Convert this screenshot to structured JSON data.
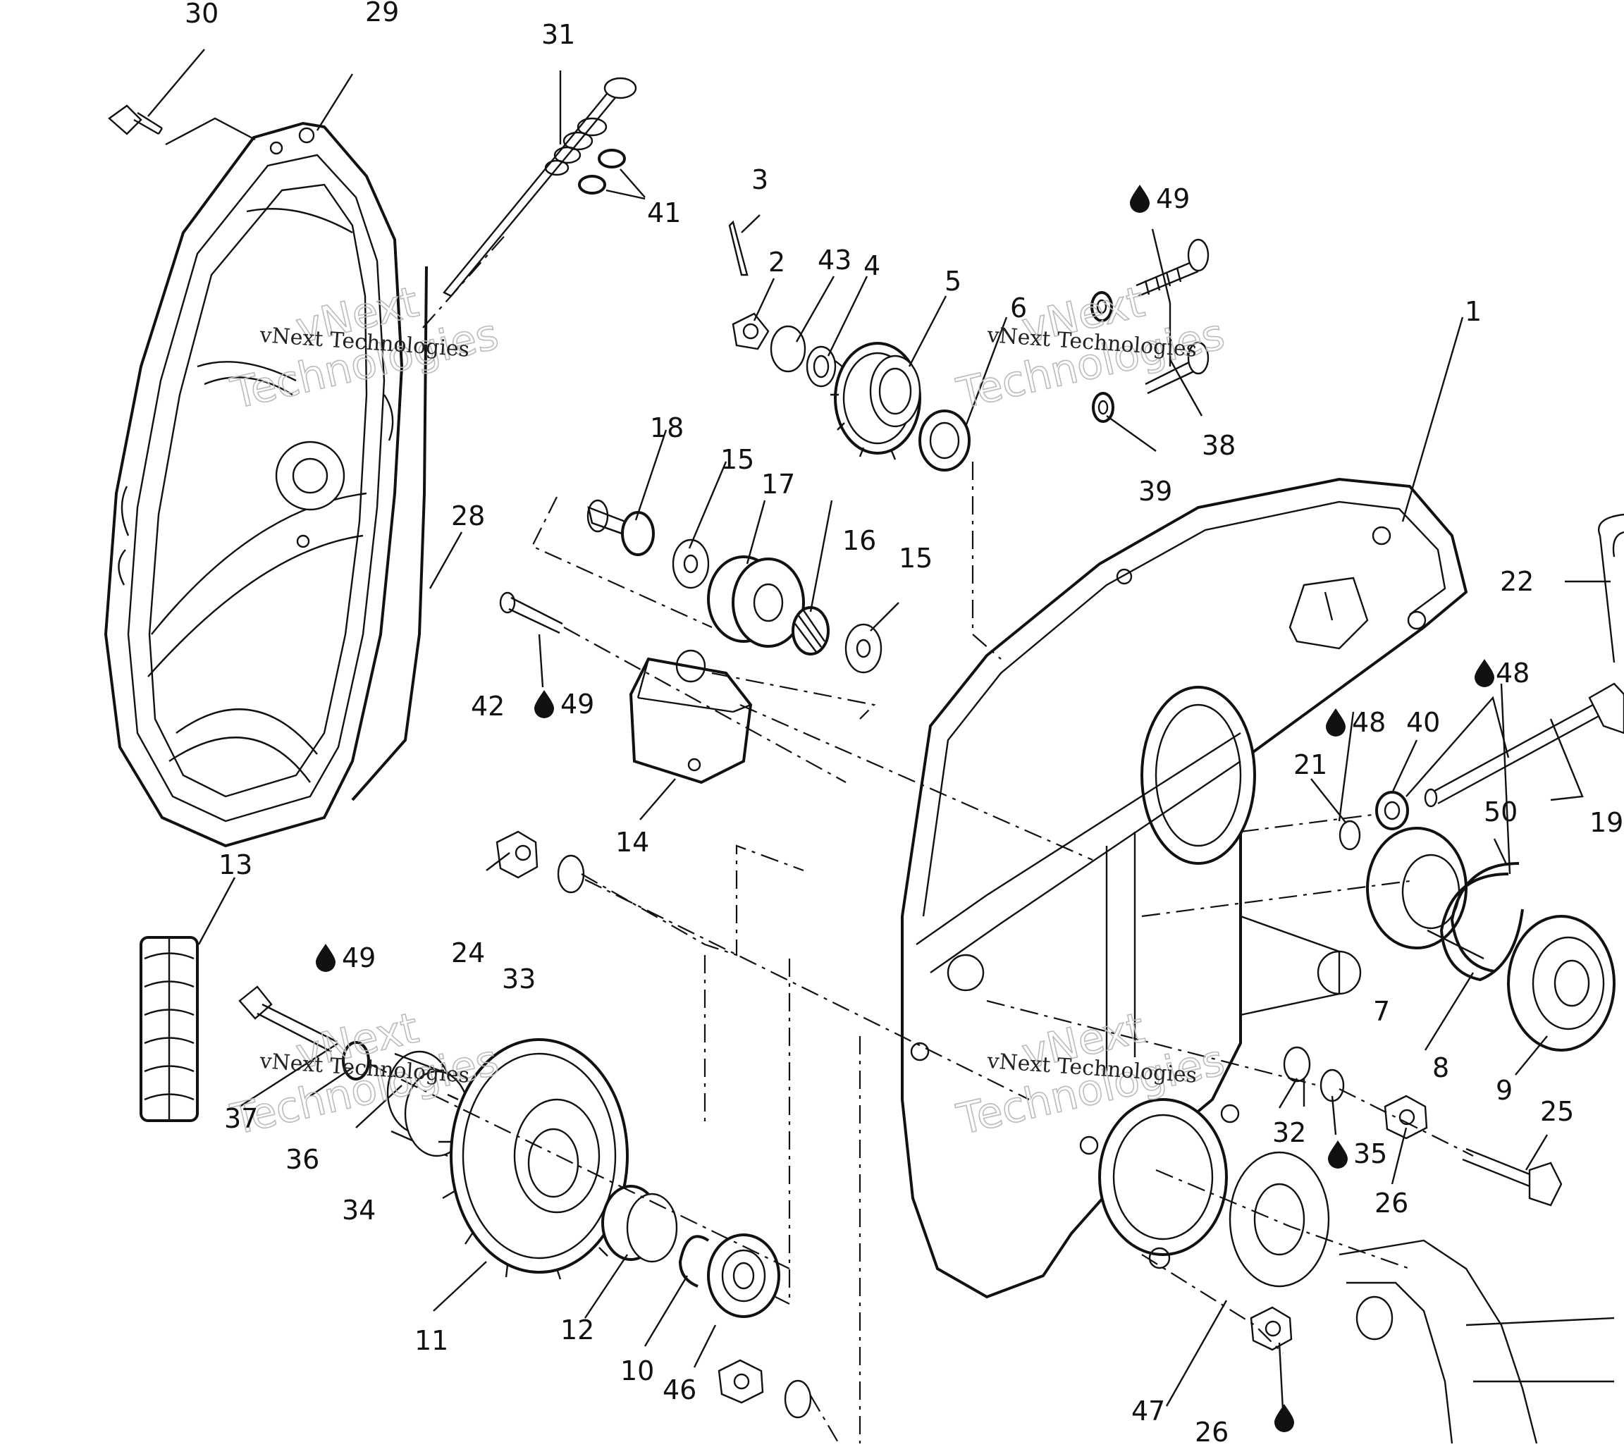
{
  "watermark": {
    "company": "vNext Technologies",
    "line1": "vNext",
    "line2": "Technologies"
  },
  "callouts": [
    {
      "id": "c1",
      "text": "1"
    },
    {
      "id": "c2",
      "text": "2"
    },
    {
      "id": "c3",
      "text": "3"
    },
    {
      "id": "c4",
      "text": "4"
    },
    {
      "id": "c5",
      "text": "5"
    },
    {
      "id": "c6",
      "text": "6"
    },
    {
      "id": "c7",
      "text": "7"
    },
    {
      "id": "c8",
      "text": "8"
    },
    {
      "id": "c9",
      "text": "9"
    },
    {
      "id": "c10",
      "text": "10"
    },
    {
      "id": "c11",
      "text": "11"
    },
    {
      "id": "c12",
      "text": "12"
    },
    {
      "id": "c13",
      "text": "13"
    },
    {
      "id": "c14",
      "text": "14"
    },
    {
      "id": "c15a",
      "text": "15"
    },
    {
      "id": "c15b",
      "text": "15"
    },
    {
      "id": "c16",
      "text": "16"
    },
    {
      "id": "c17",
      "text": "17"
    },
    {
      "id": "c18",
      "text": "18"
    },
    {
      "id": "c19",
      "text": "19"
    },
    {
      "id": "c21",
      "text": "21"
    },
    {
      "id": "c22",
      "text": "22"
    },
    {
      "id": "c24",
      "text": "24"
    },
    {
      "id": "c25",
      "text": "25"
    },
    {
      "id": "c26a",
      "text": "26"
    },
    {
      "id": "c26b",
      "text": "26"
    },
    {
      "id": "c28",
      "text": "28"
    },
    {
      "id": "c29",
      "text": "29"
    },
    {
      "id": "c30",
      "text": "30"
    },
    {
      "id": "c31",
      "text": "31"
    },
    {
      "id": "c32",
      "text": "32"
    },
    {
      "id": "c33",
      "text": "33"
    },
    {
      "id": "c34",
      "text": "34"
    },
    {
      "id": "c35",
      "text": "35",
      "drop": true
    },
    {
      "id": "c36",
      "text": "36"
    },
    {
      "id": "c37",
      "text": "37"
    },
    {
      "id": "c38",
      "text": "38"
    },
    {
      "id": "c39",
      "text": "39"
    },
    {
      "id": "c40",
      "text": "40"
    },
    {
      "id": "c41",
      "text": "41"
    },
    {
      "id": "c42",
      "text": "42"
    },
    {
      "id": "c43",
      "text": "43"
    },
    {
      "id": "c46",
      "text": "46"
    },
    {
      "id": "c47",
      "text": "47"
    },
    {
      "id": "c48a",
      "text": "48",
      "drop": true
    },
    {
      "id": "c48b",
      "text": "48",
      "drop": true
    },
    {
      "id": "c49a",
      "text": "49",
      "drop": true
    },
    {
      "id": "c49b",
      "text": "49",
      "drop": true
    },
    {
      "id": "c49c",
      "text": "49",
      "drop": true
    },
    {
      "id": "c50",
      "text": "50"
    }
  ]
}
